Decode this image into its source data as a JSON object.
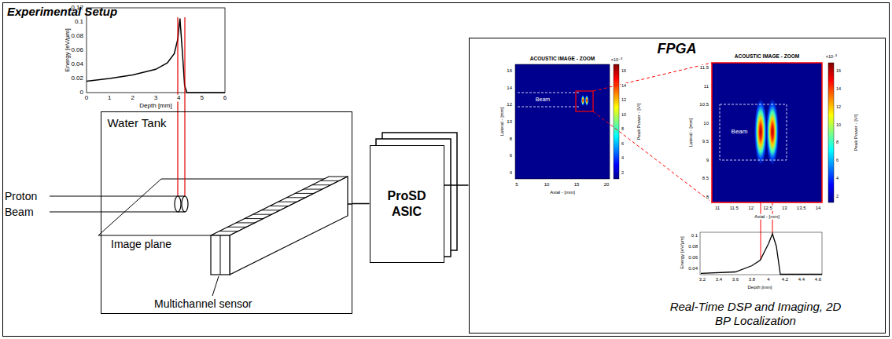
{
  "diagram": {
    "nodes": [
      {
        "text": [
          "Experimental Setup"
        ]
      },
      {
        "text": [
          "Water Tank"
        ],
        "in": 0
      },
      {
        "text": [
          "ProSD ASIC"
        ],
        "in": 0
      },
      {
        "text": [
          "FPGA",
          "Real-Time DSP and Imaging, 2D BP Localization"
        ],
        "in": 0
      }
    ],
    "edges": [
      {
        "from": 1,
        "to": 2,
        "arrow": "none"
      },
      {
        "from": 2,
        "to": 3,
        "arrow": "none"
      }
    ],
    "labels": [
      "Energy [eV/µm]",
      "0.12",
      "0.1",
      "0.08",
      "0.06",
      "0.04",
      "0.02",
      "0",
      "0",
      "1",
      "2",
      "3",
      "4",
      "5",
      "6",
      "Depth [mm]",
      "Proton Beam",
      "Image plane",
      "Multichannel sensor",
      "ACOUSTIC IMAGE - ZOOM",
      "Lateral - [mm]",
      "16",
      "14",
      "12",
      "10",
      "8",
      "6",
      "4",
      "5",
      "10",
      "15",
      "20",
      "Axial - [mm]",
      "×10⁻⁵",
      "16",
      "14",
      "12",
      "10",
      "8",
      "6",
      "4",
      "2",
      "Peak Power - [V²]",
      "Beam",
      "ACOUSTIC IMAGE - ZOOM",
      "Lateral - [mm]",
      "11.5",
      "11",
      "10.5",
      "10",
      "9.5",
      "9",
      "8.5",
      "8",
      "11",
      "11.5",
      "12",
      "12.5",
      "13",
      "13.5",
      "14",
      "Axial - [mm]",
      "×10⁻⁵",
      "16",
      "14",
      "12",
      "10",
      "8",
      "6",
      "4",
      "2",
      "Peak Power - [V²]",
      "Beam",
      "Energy [eV/µm]",
      "0.1",
      "0.08",
      "0.06",
      "0.04",
      "3.2",
      "3.4",
      "3.6",
      "3.8",
      "4",
      "4.2",
      "4.4",
      "4.6",
      "Depth [mm]"
    ]
  }
}
